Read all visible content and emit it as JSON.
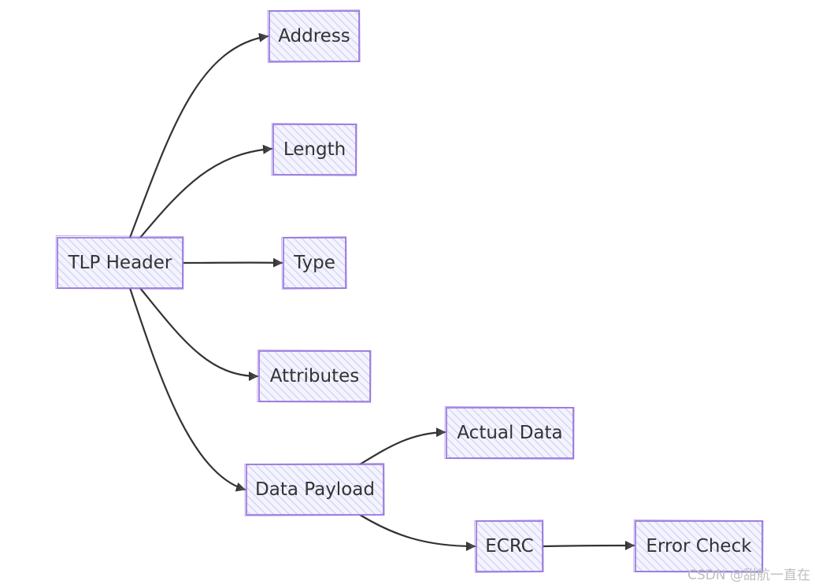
{
  "nodes": {
    "tlp_header": "TLP Header",
    "address": "Address",
    "length": "Length",
    "type": "Type",
    "attributes": "Attributes",
    "data_payload": "Data Payload",
    "actual_data": "Actual Data",
    "ecrc": "ECRC",
    "error_check": "Error Check"
  },
  "edges": [
    {
      "from": "TLP Header",
      "to": "Address"
    },
    {
      "from": "TLP Header",
      "to": "Length"
    },
    {
      "from": "TLP Header",
      "to": "Type"
    },
    {
      "from": "TLP Header",
      "to": "Attributes"
    },
    {
      "from": "TLP Header",
      "to": "Data Payload"
    },
    {
      "from": "Data Payload",
      "to": "Actual Data"
    },
    {
      "from": "Data Payload",
      "to": "ECRC"
    },
    {
      "from": "ECRC",
      "to": "Error Check"
    }
  ],
  "colors": {
    "node_fill": "#ECECFF",
    "node_stroke": "#9370DB",
    "edge": "#333333",
    "text": "#333333",
    "watermark": "#BFBFBF"
  },
  "watermark": "CSDN @甜航一直在"
}
